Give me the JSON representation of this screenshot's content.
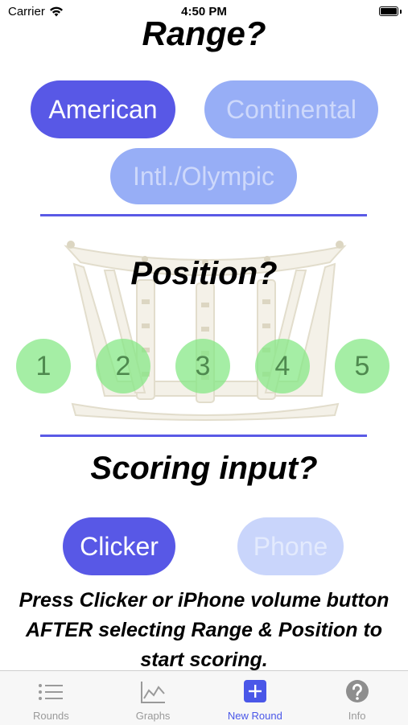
{
  "status_bar": {
    "carrier": "Carrier",
    "time": "4:50 PM"
  },
  "range": {
    "title": "Range?",
    "options": [
      "American",
      "Continental",
      "Intl./Olympic"
    ],
    "selected": "American"
  },
  "position": {
    "title": "Position?",
    "options": [
      "1",
      "2",
      "3",
      "4",
      "5"
    ]
  },
  "scoring": {
    "title": "Scoring input?",
    "options": [
      "Clicker",
      "Phone"
    ],
    "selected": "Clicker"
  },
  "instructions": "Press Clicker or iPhone volume button AFTER selecting Range & Position to start scoring.",
  "tab_bar": {
    "items": [
      {
        "label": "Rounds",
        "icon": "list-icon"
      },
      {
        "label": "Graphs",
        "icon": "line-chart-icon"
      },
      {
        "label": "New Round",
        "icon": "plus-square-icon"
      },
      {
        "label": "Info",
        "icon": "question-circle-icon"
      }
    ],
    "selected": "New Round"
  },
  "colors": {
    "accent": "#5858e6",
    "inactive": "#97aef6",
    "position_circle": "#82e882",
    "tab_selected": "#4a57e8"
  }
}
